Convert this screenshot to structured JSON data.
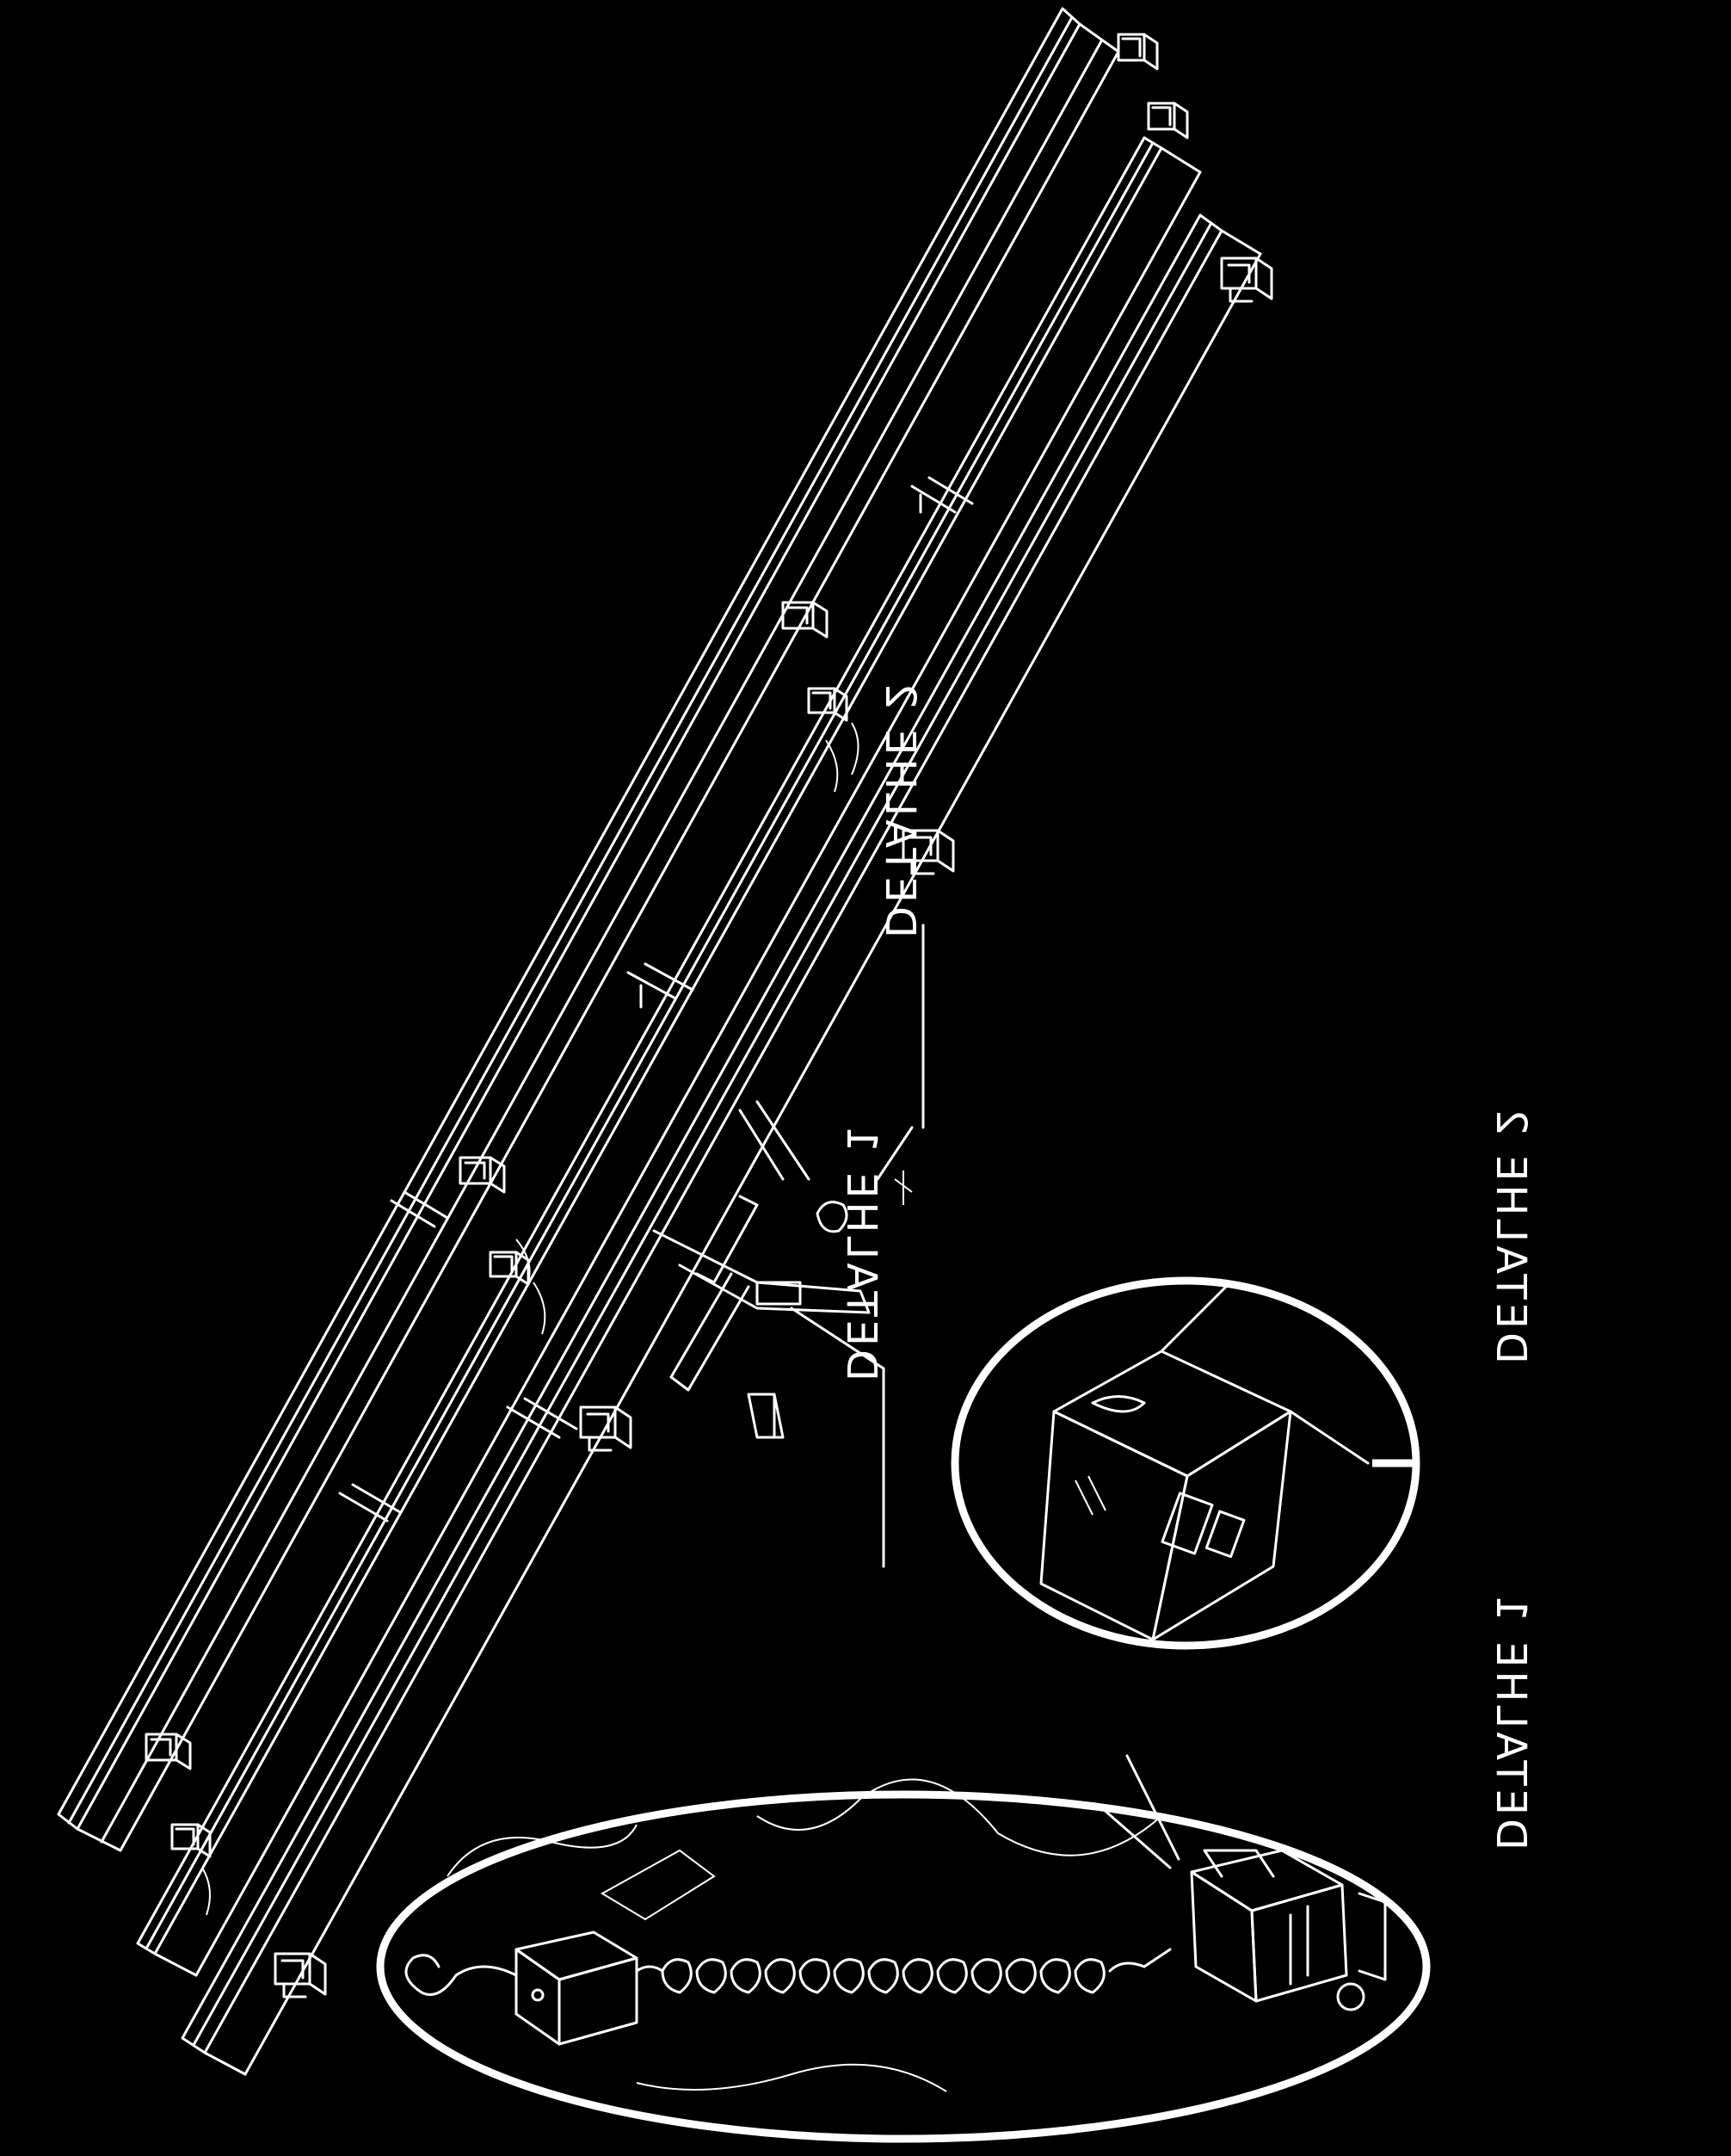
{
  "callouts": {
    "detail_1": "DETALHE 1",
    "detail_2": "DETALHE 2"
  },
  "colors": {
    "background": "#000000",
    "line": "#ffffff"
  },
  "inset_labels": {
    "detail_1": "DETALHE 1",
    "detail_2": "DETALHE 2"
  }
}
